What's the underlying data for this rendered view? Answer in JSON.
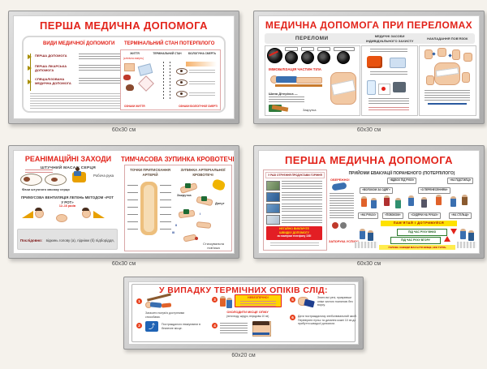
{
  "colors": {
    "title_red": "#e2231a",
    "warning_yellow": "#ffe200",
    "call_box_red": "#e31e24",
    "tourniquet_green": "#1e6b34",
    "frame_gray": "#bfbfbf"
  },
  "captions": {
    "c1": "60x30 см",
    "c2": "60x30 см",
    "c3": "60x30 см",
    "c4": "60x30 см",
    "c5": "60x20 см"
  },
  "p1": {
    "title": "ПЕРША МЕДИЧНА ДОПОМОГА",
    "types_heading": "ВИДИ МЕДИЧНОЇ ДОПОМОГИ",
    "terminal_heading": "ТЕРМІНАЛЬНИЙ СТАН ПОТЕРПІЛОГО",
    "tree1": "ПЕРША ДОПОМОГА",
    "tree2": "ПЕРША ЛІКАРСЬКА ДОПОМОГА",
    "tree3": "СПЕЦІАЛІЗОВАНА МЕДИЧНА ДОПОМОГА",
    "col_life": "ЖИТТЯ",
    "col_terminal": "ТЕРМІНАЛЬНИЙ СТАН",
    "col_death": "БІОЛОГІЧНА СМЕРТЬ",
    "clinical": "(клінічна смерть)",
    "signs_life": "ОЗНАКИ ЖИТТЯ",
    "signs_death": "ОЗНАКИ БІОЛОГІЧНОЇ СМЕРТІ"
  },
  "p2": {
    "title": "МЕДИЧНА ДОПОМОГА ПРИ ПЕРЕЛОМАХ",
    "col1": "ПЕРЕЛОМИ",
    "col2": "МЕДИЧНІ ЗАСОБИ ІНДИВІДУАЛЬНОГО ЗАХИСТУ",
    "col3": "НАКЛАДАННЯ ПОВ'ЯЗОК",
    "immob": "ІММОБІЛІЗАЦІЯ ЧАСТИН ТІЛА",
    "shina": "Шина Дітеріхса —",
    "zakrutka": "Закрутка"
  },
  "p3": {
    "title_left": "РЕАНІМАЦІЙНІ ЗАХОДИ",
    "title_right": "ТИМЧАСОВА ЗУПИНКА КРОВОТЕЧІ",
    "massage": "ШТУЧНИЙ МАСАЖ СЕРЦЯ",
    "phases": "Фази штучного масажу серця",
    "work_hand": "Робоча рука",
    "vent": "ПРИМУСОВА ВЕНТИЛЯЦІЯ ЛЕГЕНЬ МЕТОДОМ «РОТ У РОТ»",
    "rate": "12–16 разів",
    "seq_label": "Послідовно:",
    "seq_text": "відкинь голову (а), підніми (б) підборіддя, затисни ніс (в), зроби вдування у рот (г).",
    "points": "ТОЧКИ ПРИТИСКАННЯ АРТЕРІЙ",
    "stop": "ЗУПИНКА АРТЕРІАЛЬНОЇ КРОВОТЕЧІ",
    "zakrutka": "Закрутка",
    "tourniquet": "Джгут",
    "bandage": "Стискувальна пов'язка",
    "r1": "I",
    "r2": "II",
    "r3": "III"
  },
  "p4": {
    "title": "ПЕРША МЕДИЧНА ДОПОМОГА",
    "left_header": "У РАЗІ ОТРУЄННЯ ПРОДУКТАМИ ГОРІННЯ",
    "call1": "НЕГАЙНО ВИКЛИЧТЕ",
    "call2": "ШВИДКУ ДОПОМОГУ",
    "call3": "за номером телефону 103!",
    "evac": "ПРИЙОМИ ЕВАКУАЦІЇ ПОРАНЕНОГО (ПОТЕРПІЛОГО)",
    "careful": "ОБЕРЕЖНО!",
    "success": "ЗАПОРУКА УСПІХУ!",
    "remember": "ПАМ'ЯТАЙ І ДОТРИМУЙСЯ",
    "move_down": "ПІД ЧАС РУХУ ВНИЗ",
    "move_up": "ПІД ЧАС РУХУ ВГОРУ",
    "head_note": "ГОЛОВА ЗАВЖДИ МАЄ БУТИ ВИЩЕ, НІЖ ТУЛУБ",
    "m1": "«ВДВОХ ПІД РУКИ»",
    "m2": "«НА ПІДСТИЛЦІ»",
    "m3": "«ВОЛОКОМ ЗА ОДЯГ»",
    "m4": "«З ПЕРЕНЕСЕННЯМ»",
    "m5": "«НА РУКАХ»",
    "m6": "«ПОВЗКОМ»",
    "m7": "«СИДЯЧИ НА РУКАХ»",
    "m8": "«НА СТІЛЬЦІ»"
  },
  "p5": {
    "title": "У ВИПАДКУ ТЕРМІЧНИХ ОПІКІВ СЛІД:",
    "n1": "1",
    "n2": "2",
    "n3": "3",
    "n4": "4",
    "n5": "5",
    "n6": "6",
    "item1": "Загасити полум'я доступними способами.",
    "item2": "Постраждалого евакуювати в безпечне місце.",
    "danger": "НЕБЕЗПЕЧНО!",
    "cool": "ОХОЛОДИТИ МІСЦЕ ОПІКУ",
    "cool_sub": "(лити воду, щедро, впродовж 10 хв)",
    "item5": "Зняти всі речі, прикривши опіки чистою тканиною без ворсу.",
    "item6": "Дати постраждалому знеболювальний засіб. Перевіряти пульс та дихання кожні 10 хв до прибуття швидкої допомоги."
  }
}
